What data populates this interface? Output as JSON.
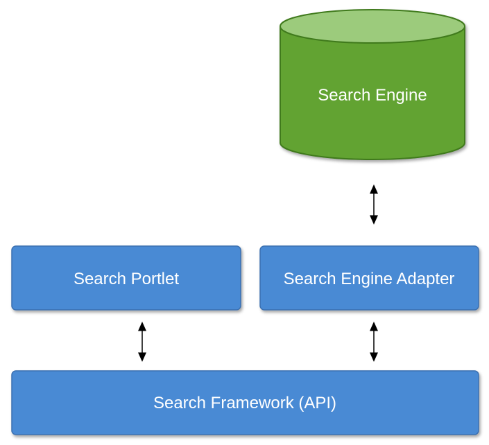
{
  "nodes": {
    "search_engine": {
      "label": "Search Engine",
      "color": "#62A330",
      "top_color": "#9CCB7C"
    },
    "search_portlet": {
      "label": "Search Portlet",
      "color": "#4A8AD4"
    },
    "search_engine_adapter": {
      "label": "Search Engine Adapter",
      "color": "#4A8AD4"
    },
    "search_framework": {
      "label": "Search Framework (API)",
      "color": "#4A8AD4"
    }
  },
  "connectors": [
    {
      "from": "search_engine",
      "to": "search_engine_adapter",
      "style": "double-arrow"
    },
    {
      "from": "search_portlet",
      "to": "search_framework",
      "style": "double-arrow"
    },
    {
      "from": "search_engine_adapter",
      "to": "search_framework",
      "style": "double-arrow"
    }
  ],
  "colors": {
    "box_border": "#3A6FB0",
    "cylinder_border": "#3F7A1E",
    "arrow": "#000000"
  }
}
